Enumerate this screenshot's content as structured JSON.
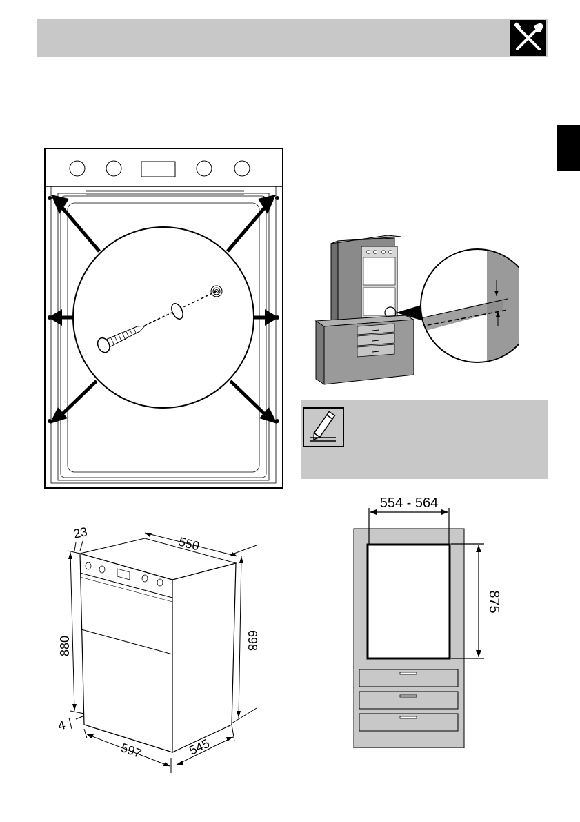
{
  "header": {
    "tool_icon": "screwdriver-wrench-icon"
  },
  "dimensions": {
    "oven": {
      "depth_front": "23",
      "width_top": "550",
      "height_front": "880",
      "height_side": "698",
      "base_offset": "4",
      "width_bottom": "597",
      "depth_bottom": "545"
    },
    "cabinet": {
      "opening_width": "554 - 564",
      "opening_height": "875"
    }
  },
  "note": {
    "icon": "pencil-note-icon"
  }
}
